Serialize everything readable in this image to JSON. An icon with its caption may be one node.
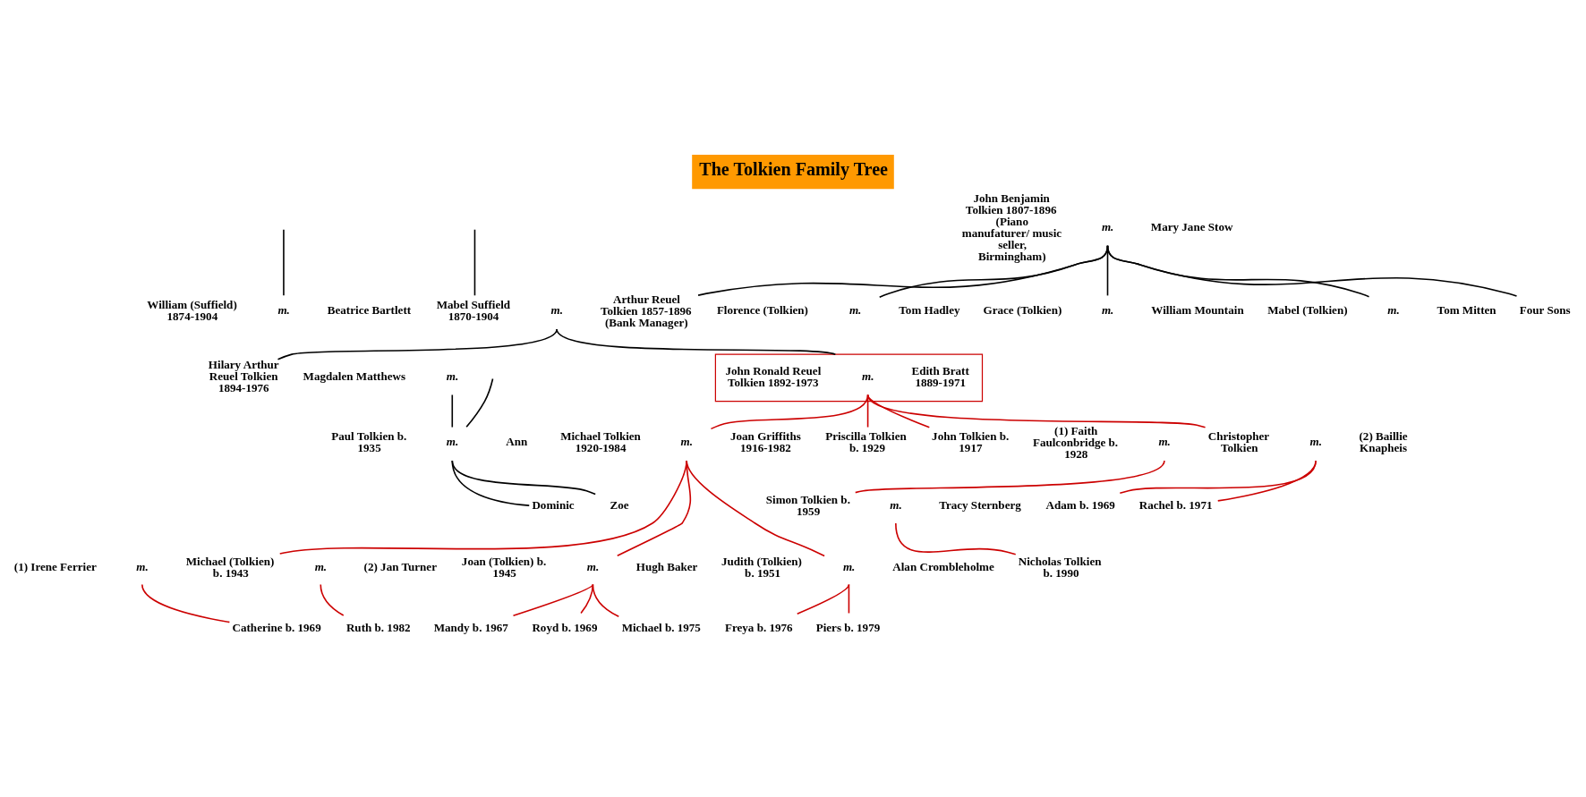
{
  "diagram": {
    "title": "The Tolkien Family Tree",
    "nodes": [
      {
        "text": [
          "John Benjamin Tolkien 1807-1896 (Piano manufaturer/ music seller, Birmingham)"
        ]
      },
      {
        "text": [
          "m."
        ]
      },
      {
        "text": [
          "Mary Jane Stow"
        ]
      },
      {
        "text": [
          "William (Suffield) 1874-1904"
        ]
      },
      {
        "text": [
          "m."
        ]
      },
      {
        "text": [
          "Beatrice Bartlett"
        ]
      },
      {
        "text": [
          "Mabel Suffield 1870-1904"
        ]
      },
      {
        "text": [
          "m."
        ]
      },
      {
        "text": [
          "Arthur Reuel Tolkien 1857-1896 (Bank Manager)"
        ]
      },
      {
        "text": [
          "Florence (Tolkien)"
        ]
      },
      {
        "text": [
          "m."
        ]
      },
      {
        "text": [
          "Tom Hadley"
        ]
      },
      {
        "text": [
          "Grace (Tolkien)"
        ]
      },
      {
        "text": [
          "m."
        ]
      },
      {
        "text": [
          "William Mountain"
        ]
      },
      {
        "text": [
          "Mabel (Tolkien)"
        ]
      },
      {
        "text": [
          "m."
        ]
      },
      {
        "text": [
          "Tom Mitten"
        ]
      },
      {
        "text": [
          "Four Sons"
        ]
      },
      {
        "text": [
          "Magdalen Matthews"
        ]
      },
      {
        "text": [
          "m."
        ]
      },
      {
        "text": [
          "Hilary Arthur Reuel Tolkien 1894-1976"
        ]
      },
      {
        "text": [],
        "shape": "box"
      },
      {
        "text": [
          "John Ronald Reuel Tolkien 1892-1973"
        ],
        "in": 22
      },
      {
        "text": [
          "m."
        ],
        "in": 22
      },
      {
        "text": [
          "Edith Bratt 1889-1971"
        ],
        "in": 22
      },
      {
        "text": [
          "Paul Tolkien b. 1935"
        ]
      },
      {
        "text": [
          "m."
        ]
      },
      {
        "text": [
          "Ann"
        ]
      },
      {
        "text": [
          "Michael Tolkien 1920-1984"
        ]
      },
      {
        "text": [
          "m."
        ]
      },
      {
        "text": [
          "Joan Griffiths 1916-1982"
        ]
      },
      {
        "text": [
          "Priscilla Tolkien b. 1929"
        ]
      },
      {
        "text": [
          "John Tolkien b. 1917"
        ]
      },
      {
        "text": [
          "(1) Faith Faulconbridge b. 1928"
        ]
      },
      {
        "text": [
          "m."
        ]
      },
      {
        "text": [
          "Christopher Tolkien"
        ]
      },
      {
        "text": [
          "m."
        ]
      },
      {
        "text": [
          "(2) Baillie Knapheis"
        ]
      },
      {
        "text": [
          "Dominic"
        ]
      },
      {
        "text": [
          "Zoe"
        ]
      },
      {
        "text": [
          "Simon Tolkien b. 1959"
        ]
      },
      {
        "text": [
          "m."
        ]
      },
      {
        "text": [
          "Tracy Sternberg"
        ]
      },
      {
        "text": [
          "Adam b. 1969"
        ]
      },
      {
        "text": [
          "Rachel b. 1971"
        ]
      },
      {
        "text": [
          "(1) Irene Ferrier"
        ]
      },
      {
        "text": [
          "m."
        ]
      },
      {
        "text": [
          "Michael (Tolkien) b. 1943"
        ]
      },
      {
        "text": [
          "m."
        ]
      },
      {
        "text": [
          "(2) Jan Turner"
        ]
      },
      {
        "text": [
          "Joan (Tolkien) b. 1945"
        ]
      },
      {
        "text": [
          "m."
        ]
      },
      {
        "text": [
          "Hugh Baker"
        ]
      },
      {
        "text": [
          "Judith (Tolkien) b. 1951"
        ]
      },
      {
        "text": [
          "m."
        ]
      },
      {
        "text": [
          "Alan Crombleholme"
        ]
      },
      {
        "text": [
          "Nicholas Tolkien b. 1990"
        ]
      },
      {
        "text": [
          "Catherine b. 1969"
        ]
      },
      {
        "text": [
          "Ruth b. 1982"
        ]
      },
      {
        "text": [
          "Mandy b. 1967"
        ]
      },
      {
        "text": [
          "Royd b. 1969"
        ]
      },
      {
        "text": [
          "Michael b. 1975"
        ]
      },
      {
        "text": [
          "Freya b. 1976"
        ]
      },
      {
        "text": [
          "Piers b. 1979"
        ]
      }
    ],
    "edges": [
      {
        "from": 1,
        "to": 8,
        "arrow": "none",
        "color": "#000000"
      },
      {
        "from": 1,
        "to": 10,
        "arrow": "none",
        "color": "#000000"
      },
      {
        "from": 1,
        "to": 13,
        "arrow": "none",
        "color": "#000000"
      },
      {
        "from": 1,
        "to": 16,
        "arrow": "none",
        "color": "#000000"
      },
      {
        "from": 1,
        "to": 18,
        "arrow": "none",
        "color": "#000000"
      },
      {
        "from": null,
        "to": 4,
        "arrow": "none",
        "color": "#000000"
      },
      {
        "from": null,
        "to": 6,
        "arrow": "none",
        "color": "#000000"
      },
      {
        "from": 7,
        "to": 21,
        "arrow": "none",
        "color": "#000000"
      },
      {
        "from": 7,
        "to": 22,
        "arrow": "none",
        "color": "#000000"
      },
      {
        "from": 20,
        "to": 27,
        "arrow": "none",
        "color": "#000000"
      },
      {
        "from": null,
        "to": 27,
        "arrow": "none",
        "color": "#000000"
      },
      {
        "from": 27,
        "to": 39,
        "arrow": "none",
        "color": "#000000"
      },
      {
        "from": 27,
        "to": 40,
        "arrow": "none",
        "color": "#000000"
      },
      {
        "from": 24,
        "to": 30,
        "arrow": "none"
      },
      {
        "from": 24,
        "to": 32,
        "arrow": "none"
      },
      {
        "from": 24,
        "to": 33,
        "arrow": "none"
      },
      {
        "from": 24,
        "to": 36,
        "arrow": "none"
      },
      {
        "from": 35,
        "to": 41,
        "arrow": "none"
      },
      {
        "from": 37,
        "to": 44,
        "arrow": "none"
      },
      {
        "from": 37,
        "to": 45,
        "arrow": "none"
      },
      {
        "from": 42,
        "to": 57,
        "arrow": "none"
      },
      {
        "from": 30,
        "to": 48,
        "arrow": "none"
      },
      {
        "from": 30,
        "to": 52,
        "arrow": "none"
      },
      {
        "from": 30,
        "to": 55,
        "arrow": "none"
      },
      {
        "from": 47,
        "to": 58,
        "arrow": "none"
      },
      {
        "from": 49,
        "to": 59,
        "arrow": "none"
      },
      {
        "from": 52,
        "to": 60,
        "arrow": "none"
      },
      {
        "from": 52,
        "to": 61,
        "arrow": "none"
      },
      {
        "from": 52,
        "to": 62,
        "arrow": "none"
      },
      {
        "from": 55,
        "to": 63,
        "arrow": "none"
      },
      {
        "from": 55,
        "to": 64,
        "arrow": "none"
      }
    ]
  }
}
